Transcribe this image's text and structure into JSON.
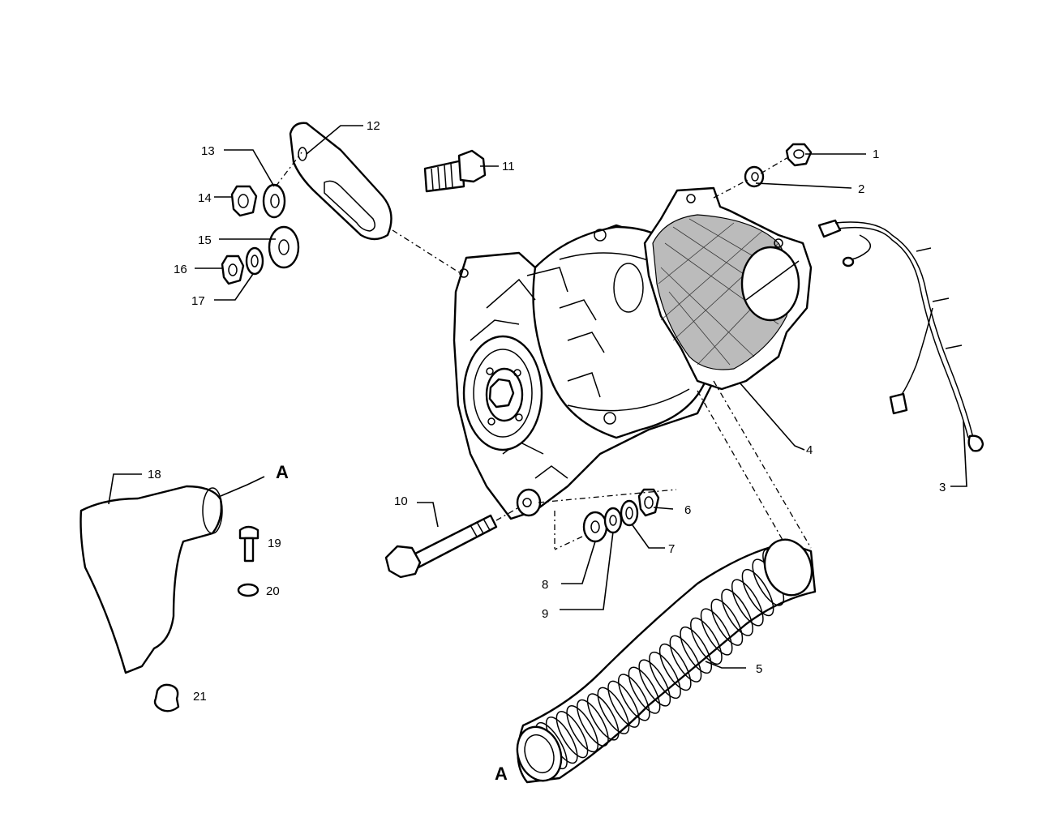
{
  "callouts": {
    "c1": "1",
    "c2": "2",
    "c3": "3",
    "c4": "4",
    "c5": "5",
    "c6": "6",
    "c7": "7",
    "c8": "8",
    "c9": "9",
    "c10": "10",
    "c11": "11",
    "c12": "12",
    "c13": "13",
    "c14": "14",
    "c15": "15",
    "c16": "16",
    "c17": "17",
    "c18": "18",
    "c19": "19",
    "c20": "20",
    "c21": "21"
  },
  "refs": {
    "a_top": "A",
    "a_bottom": "A"
  },
  "parts": [
    "nut",
    "washer",
    "wiring-harness",
    "cooling-shroud",
    "flexible-duct",
    "nut",
    "spring-washer",
    "flat-washer",
    "flat-washer",
    "pivot-bolt",
    "adjusting-bolt",
    "adjusting-bracket",
    "washer",
    "nut",
    "flat-washer",
    "nut",
    "spring-washer",
    "air-intake-cover",
    "screw",
    "clip",
    "clip"
  ]
}
